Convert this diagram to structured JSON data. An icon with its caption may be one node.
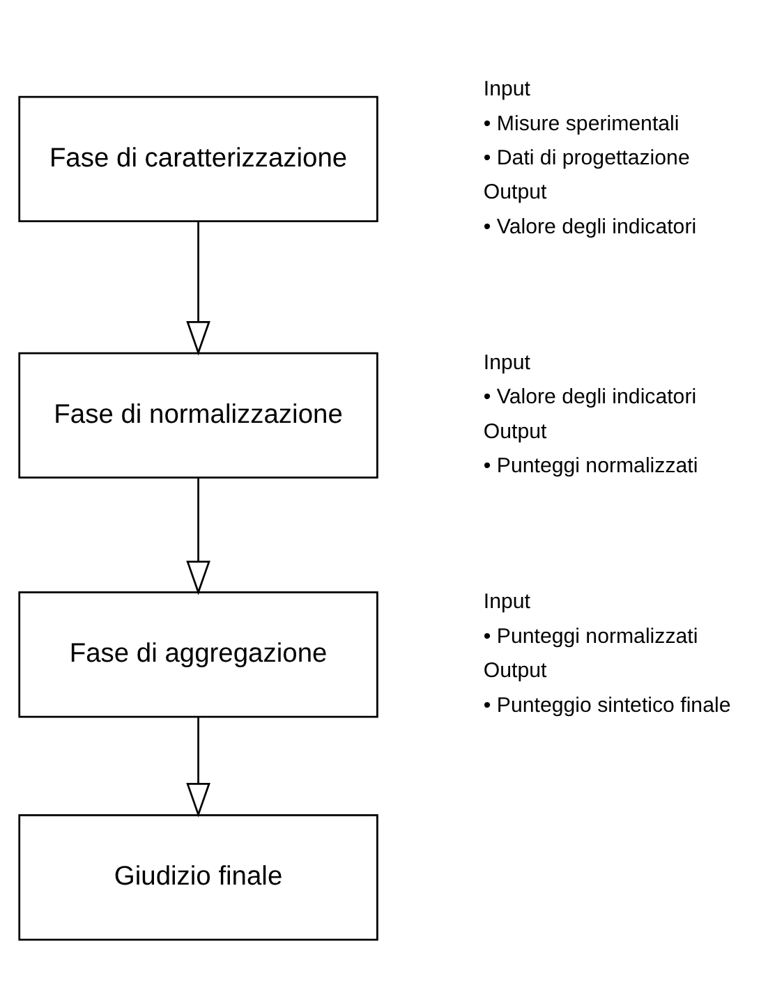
{
  "diagram": {
    "nodes": [
      {
        "text": [
          "Fase di caratterizzazione"
        ],
        "beside": [
          "Input",
          "• Misure sperimentali",
          "• Dati di progettazione",
          "Output",
          "• Valore degli indicatori"
        ]
      },
      {
        "text": [
          "Fase di normalizzazione"
        ],
        "beside": [
          "Input",
          "• Valore degli indicatori",
          "Output",
          "• Punteggi normalizzati"
        ]
      },
      {
        "text": [
          "Fase di aggregazione"
        ],
        "beside": [
          "Input",
          "• Punteggi normalizzati",
          "Output",
          "• Punteggio sintetico finale"
        ]
      },
      {
        "text": [
          "Giudizio finale"
        ]
      }
    ],
    "edges": [
      {
        "from": 0,
        "to": 1,
        "arrow": "to"
      },
      {
        "from": 1,
        "to": 2,
        "arrow": "to"
      },
      {
        "from": 2,
        "to": 3,
        "arrow": "to"
      }
    ]
  }
}
